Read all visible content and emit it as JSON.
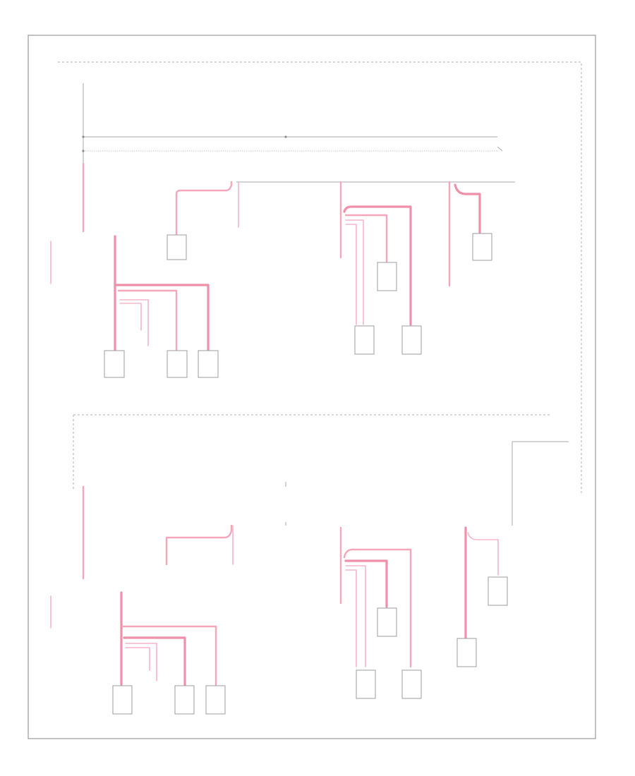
{
  "diagram": {
    "labels": [],
    "components": [
      {
        "id": "c1"
      },
      {
        "id": "c2"
      },
      {
        "id": "c3"
      },
      {
        "id": "c4"
      },
      {
        "id": "c5"
      },
      {
        "id": "c6"
      },
      {
        "id": "c7"
      },
      {
        "id": "c8"
      },
      {
        "id": "c9"
      },
      {
        "id": "c10"
      },
      {
        "id": "c11"
      },
      {
        "id": "c12"
      },
      {
        "id": "c13"
      },
      {
        "id": "c14"
      },
      {
        "id": "c15"
      },
      {
        "id": "c16"
      },
      {
        "id": "c17"
      },
      {
        "id": "c18"
      },
      {
        "id": "c19"
      },
      {
        "id": "c20"
      }
    ],
    "wire_colors": {
      "power": "#f4a7bb",
      "ground": "#a9a9a9",
      "frame": "#9a9a9a"
    }
  }
}
